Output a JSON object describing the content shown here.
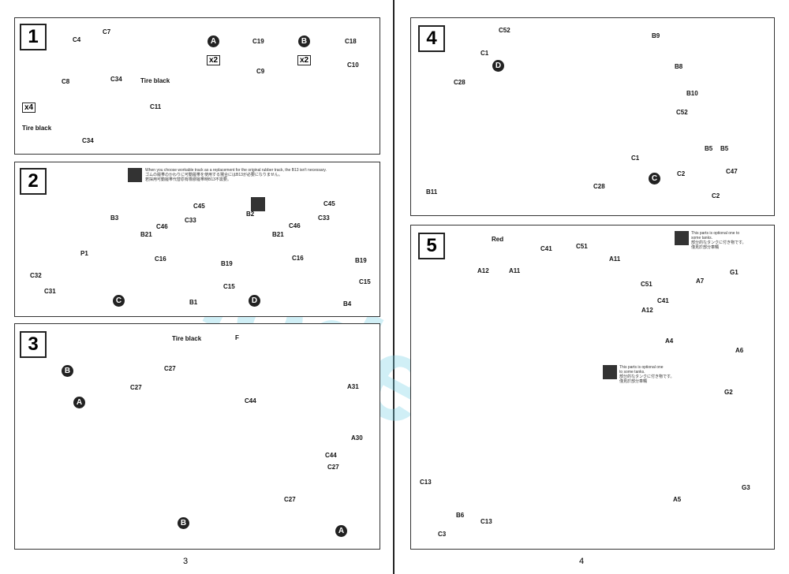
{
  "page_numbers": [
    "3",
    "4"
  ],
  "watermark": "Jmodels",
  "step1": {
    "number": "1",
    "labels": [
      "C7",
      "C4",
      "C8",
      "C34",
      "Tire black",
      "C11",
      "C34",
      "Tire black",
      "C19",
      "C9",
      "C18",
      "C10"
    ],
    "circles": [
      "A",
      "B"
    ],
    "mult": [
      "x4",
      "x2",
      "x2"
    ]
  },
  "step2": {
    "number": "2",
    "note": [
      "When you choose workable track as a replacement for the original rubber track, the B13 isn't necessary.",
      "ゴムの履帯のかわりに可動履帯を使用する場合にはB13が必要になりません。",
      "若採用可動履帯代替原有橡膠履帯時B13不需要。"
    ],
    "labels": [
      "C45",
      "C46",
      "C33",
      "B3",
      "B21",
      "C16",
      "B19",
      "C15",
      "B1",
      "P1",
      "C32",
      "C31",
      "B2",
      "C46",
      "B21",
      "C45",
      "C33",
      "C16",
      "B19",
      "C15",
      "B4"
    ],
    "circles": [
      "C",
      "D"
    ]
  },
  "step3": {
    "number": "3",
    "labels": [
      "Tire black",
      "F",
      "C27",
      "C27",
      "C44",
      "A31",
      "A30",
      "C44",
      "C27",
      "C27"
    ],
    "circles": [
      "B",
      "A",
      "B",
      "A"
    ]
  },
  "step4": {
    "number": "4",
    "labels": [
      "C52",
      "B9",
      "C1",
      "C28",
      "B8",
      "B10",
      "C52",
      "C1",
      "B5",
      "B5",
      "C2",
      "C47",
      "C2",
      "B11",
      "C28"
    ],
    "circles": [
      "D",
      "C"
    ]
  },
  "step5": {
    "number": "5",
    "note1": [
      "This parts is optional one to",
      "some tanks.",
      "部分的なタンクに付き物です。",
      "僅見於部分車輛"
    ],
    "note2": [
      "This parts is optional one",
      "to some tanks.",
      "部分的なタンクに付き物です。",
      "僅見於部分車輛"
    ],
    "labels": [
      "Red",
      "A12",
      "A11",
      "C41",
      "C51",
      "A11",
      "C51",
      "C41",
      "A12",
      "A7",
      "G1",
      "A4",
      "A6",
      "G2",
      "A5",
      "G3",
      "C13",
      "B6",
      "C13",
      "C3"
    ]
  }
}
